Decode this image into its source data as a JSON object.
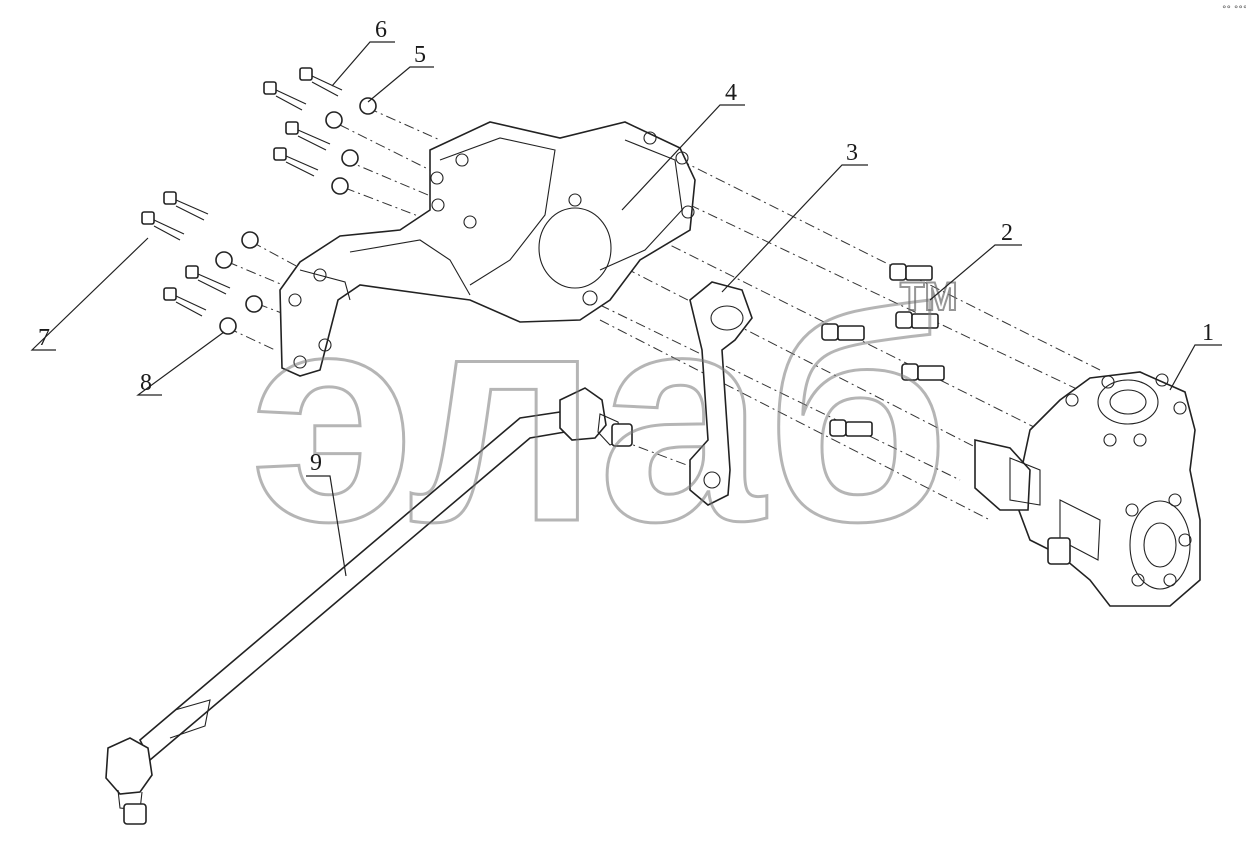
{
  "callouts": {
    "1": "1",
    "2": "2",
    "3": "3",
    "4": "4",
    "5": "5",
    "6": "6",
    "7": "7",
    "8": "8",
    "9": "9"
  },
  "watermark": {
    "text": "элаб",
    "tm": "TM"
  },
  "corner_mark": "°° °°°"
}
